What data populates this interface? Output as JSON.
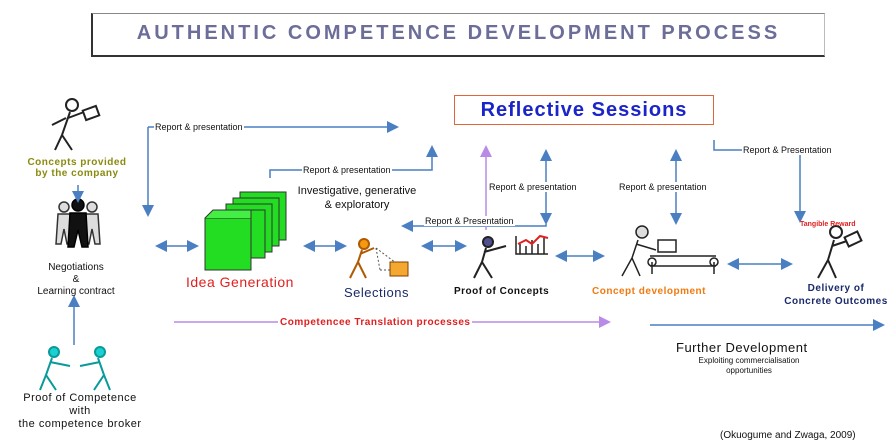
{
  "title": "AUTHENTIC COMPETENCE DEVELOPMENT PROCESS",
  "reflective_sessions": "Reflective Sessions",
  "labels": {
    "concepts_provided_1": "Concepts provided",
    "concepts_provided_2": "by the company",
    "negotiations_1": "Negotiations",
    "negotiations_2": "&",
    "negotiations_3": "Learning contract",
    "proof_competence_1": "Proof of Competence",
    "proof_competence_2": "with",
    "proof_competence_3": "the competence broker",
    "idea_generation": "Idea Generation",
    "investigative_1": "Investigative, generative",
    "investigative_2": "& exploratory",
    "selections": "Selections",
    "proof_concepts": "Proof of Concepts",
    "concept_development": "Concept development",
    "delivery_1": "Delivery  of",
    "delivery_2": "Concrete  Outcomes",
    "tangible_reward": "Tangible Reward",
    "competence_translation": "Competencee Translation processes",
    "further_development": "Further Development",
    "exploiting_1": "Exploiting commercialisation",
    "exploiting_2": "opportunities",
    "citation": "(Okuogume and Zwaga, 2009)"
  },
  "arrow_labels": {
    "report_1": "Report & presentation",
    "report_2": "Report & presentation",
    "report_3": "Report & Presentation",
    "report_4": "Report & presentation",
    "report_5": "Report & presentation",
    "report_6": "Report & Presentation"
  },
  "colors": {
    "title": "#6d6d9a",
    "reflective": "#1a24c8",
    "reflective_border": "#e0653a",
    "arrow": "#4a7fc1",
    "translation_arrow": "#b98be6",
    "red_label": "#e02020",
    "orange_label": "#f07a10",
    "olive_label": "#8a8a10",
    "navy_label": "#1a2a6a",
    "green_doc": "#22dd22",
    "cyan_figure": "#1ad0d0"
  }
}
